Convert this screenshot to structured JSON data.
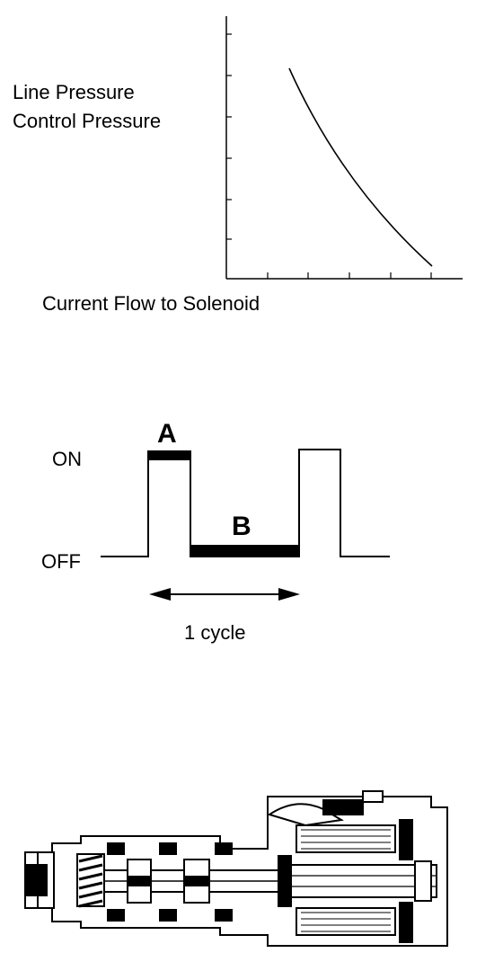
{
  "pressure_graph": {
    "ylabel_line1": "Line Pressure",
    "ylabel_line2": "Control Pressure",
    "xlabel": "Current Flow to Solenoid"
  },
  "duty_cycle": {
    "on_label": "ON",
    "off_label": "OFF",
    "marker_a": "A",
    "marker_b": "B",
    "cycle_label": "1 cycle"
  },
  "solenoid": {
    "description_icon": "solenoid-valve-cross-section"
  }
}
